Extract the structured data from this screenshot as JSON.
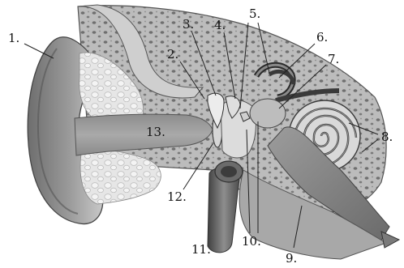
{
  "labels": {
    "l1": "1.",
    "l2": "2.",
    "l3": "3.",
    "l4": "4.",
    "l5": "5.",
    "l6": "6.",
    "l7": "7.",
    "l8": "8.",
    "l9": "9.",
    "l10": "10.",
    "l11": "11.",
    "l12": "12.",
    "l13": "13."
  }
}
